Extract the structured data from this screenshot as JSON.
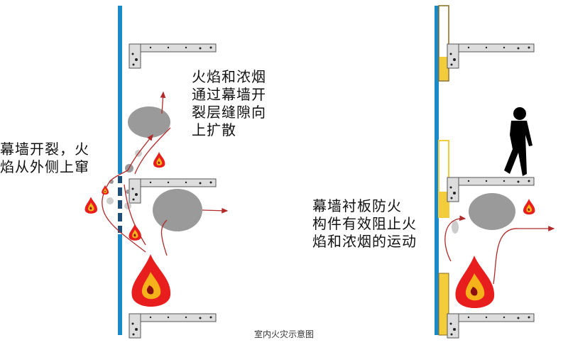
{
  "left_panel": {
    "annotation_inside": [
      "火焰和浓烟",
      "通过幕墙开",
      "裂层缝隙向",
      "上扩散"
    ],
    "annotation_outside": [
      "幕墙开裂，火",
      "焰从外侧上窜"
    ]
  },
  "right_panel": {
    "annotation": [
      "幕墙衬板防火",
      "构件有效阻止火",
      "焰和浓烟的运动"
    ]
  },
  "caption": "室内火灾示意图",
  "colors": {
    "curtain_wall": "#1a8ac8",
    "fire_outer": "#e81e1e",
    "fire_inner": "#f6b21a",
    "smoke": "#9a9a9a",
    "fire_panel": "#f2cc3a",
    "arrow": "#b22a2a"
  }
}
